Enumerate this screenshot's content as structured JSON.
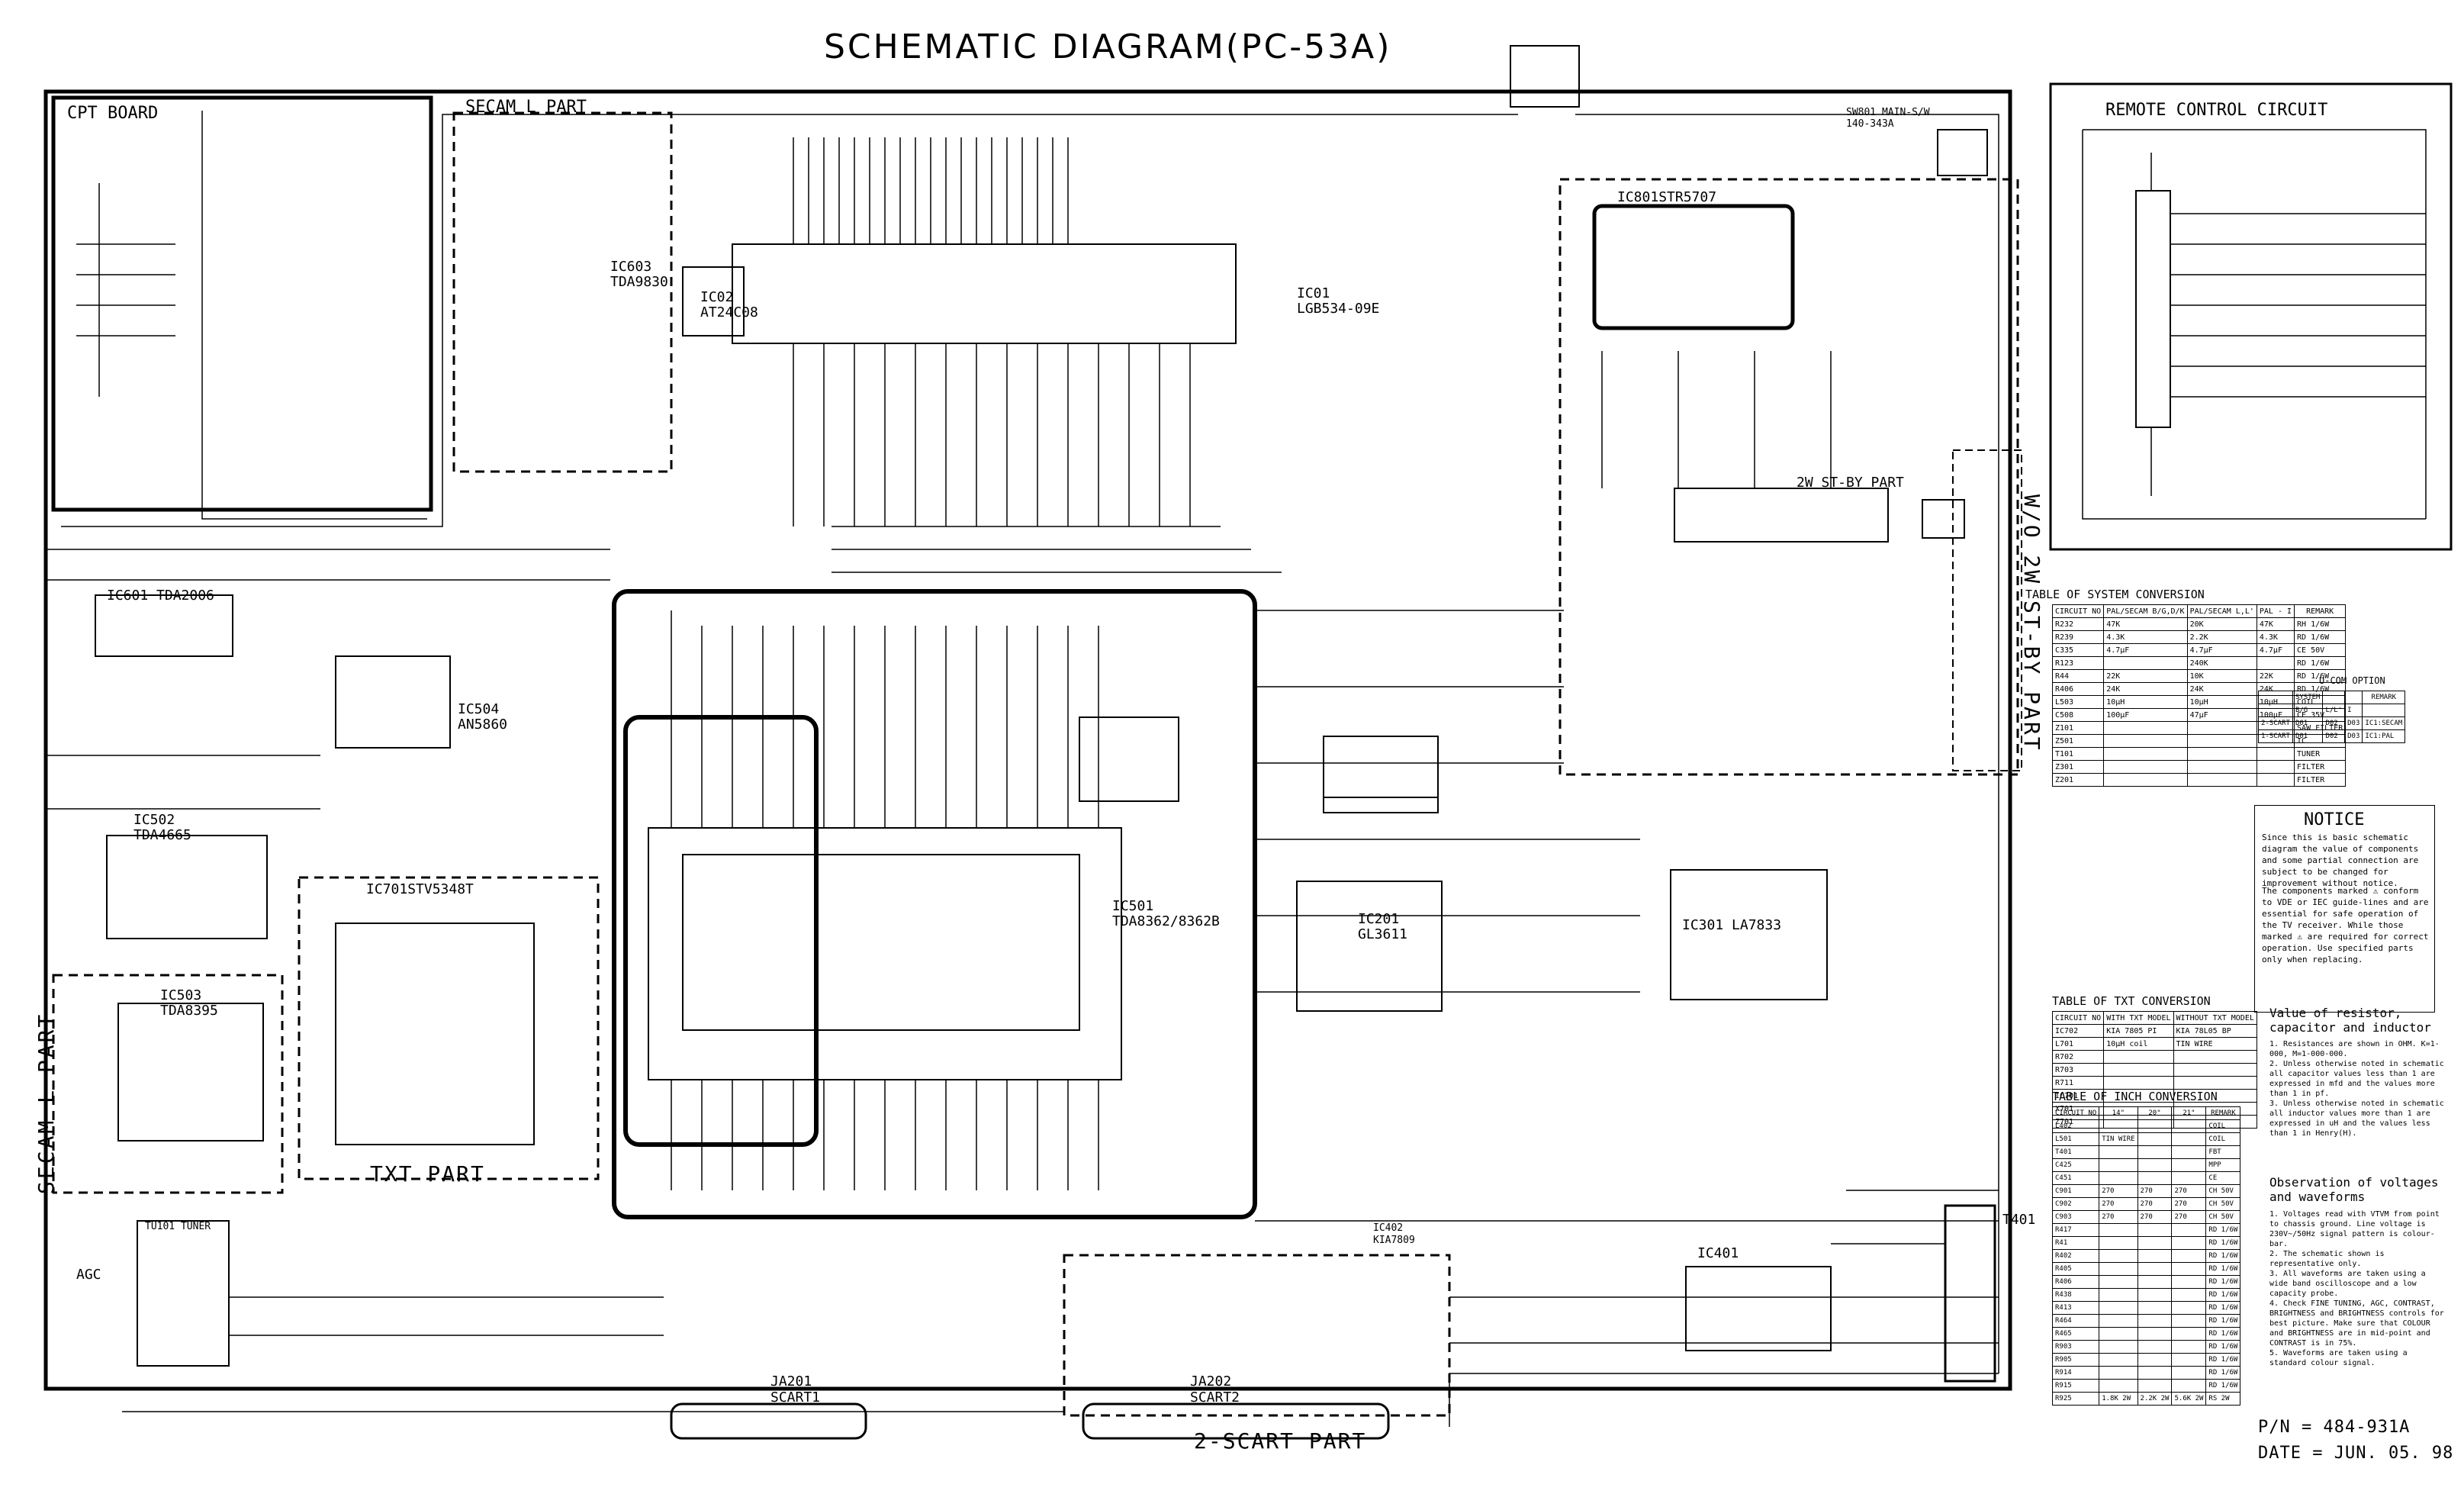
{
  "title": "SCHEMATIC DIAGRAM(PC-53A)",
  "sections": {
    "cpt_board": "CPT BOARD",
    "remote_control": "REMOTE CONTROL CIRCUIT",
    "secam_l_top": "SECAM L PART",
    "secam_l_left": "SECAM L PART",
    "txt_part": "TXT PART",
    "st_by_part": "W/O 2W ST-BY PART",
    "st_by_2w": "2W ST-BY PART",
    "scart_part": "2-SCART PART"
  },
  "ics": [
    {
      "id": "ic601",
      "ref": "IC601",
      "part": "TDA2006"
    },
    {
      "id": "ic504",
      "ref": "IC504",
      "part": "AN5860"
    },
    {
      "id": "ic502",
      "ref": "IC502",
      "part": "TDA4665"
    },
    {
      "id": "ic503",
      "ref": "IC503",
      "part": "TDA8395"
    },
    {
      "id": "ic701",
      "ref": "IC701",
      "part": "STV5348T"
    },
    {
      "id": "ic603",
      "ref": "IC603",
      "part": "TDA9830"
    },
    {
      "id": "ic02",
      "ref": "IC02",
      "part": "AT24C08"
    },
    {
      "id": "ic01",
      "ref": "IC01",
      "part": "LGB534-09E"
    },
    {
      "id": "ic501",
      "ref": "IC501",
      "part": "TDA8362/8362B"
    },
    {
      "id": "ic201",
      "ref": "IC201",
      "part": "GL3611"
    },
    {
      "id": "ic301",
      "ref": "IC301",
      "part": "LA7833"
    },
    {
      "id": "ic801",
      "ref": "IC801",
      "part": "STR5707"
    },
    {
      "id": "ic401",
      "ref": "IC401",
      "part": ""
    },
    {
      "id": "ic402",
      "ref": "IC402",
      "part": "KIA7809"
    }
  ],
  "connectors": {
    "ja201": "JA201 SCART1",
    "ja202": "JA202 SCART2",
    "t401": "T401",
    "tu101": "TU101 TUNER",
    "agc": "AGC",
    "sw801": "SW801 MAIN-S/W 140-343A"
  },
  "tables": {
    "system": {
      "title": "TABLE OF SYSTEM CONVERSION",
      "header": [
        "CIRCUIT NO",
        "PAL/SECAM B/G,D/K",
        "PAL/SECAM L,L'",
        "PAL - I",
        "REMARK"
      ],
      "rows": [
        [
          "R232",
          "47K",
          "20K",
          "47K",
          "RH 1/6W"
        ],
        [
          "R239",
          "4.3K",
          "2.2K",
          "4.3K",
          "RD 1/6W"
        ],
        [
          "C335",
          "4.7µF",
          "4.7µF",
          "4.7µF",
          "CE 50V"
        ],
        [
          "R123",
          "",
          "240K",
          "",
          "RD 1/6W"
        ],
        [
          "R44",
          "22K",
          "10K",
          "22K",
          "RD 1/6W"
        ],
        [
          "R406",
          "24K",
          "24K",
          "24K",
          "RD 1/6W"
        ],
        [
          "L503",
          "10µH",
          "10µH",
          "10µH",
          "COIL"
        ],
        [
          "C508",
          "100µF",
          "47µF",
          "100µF",
          "CE 35V"
        ],
        [
          "Z101",
          "",
          "",
          "",
          "SAW FILTER"
        ],
        [
          "Z501",
          "",
          "",
          "",
          "IC"
        ],
        [
          "T101",
          "",
          "",
          "",
          "TUNER"
        ],
        [
          "Z301",
          "",
          "",
          "",
          "FILTER"
        ],
        [
          "Z201",
          "",
          "",
          "",
          "FILTER"
        ]
      ]
    },
    "option": {
      "title": "U-COM OPTION",
      "header": [
        "",
        "SYSTEM",
        "",
        "",
        "REMARK"
      ],
      "rows": [
        [
          "",
          "B/G",
          "L/L'",
          "I",
          ""
        ],
        [
          "2-SCART",
          "D01",
          "D02",
          "D03",
          "IC1:SECAM"
        ],
        [
          "1-SCART",
          "D01",
          "D02",
          "D03",
          "IC1:PAL"
        ]
      ]
    },
    "txt": {
      "title": "TABLE OF TXT CONVERSION",
      "header": [
        "CIRCUIT NO",
        "WITH TXT MODEL",
        "WITHOUT TXT MODEL"
      ],
      "rows": [
        [
          "IC702",
          "KIA 7805 PI",
          "KIA 78L05 BP"
        ],
        [
          "L701",
          "10µH coil",
          "TIN WIRE"
        ],
        [
          "R702",
          "",
          ""
        ],
        [
          "R703",
          "",
          ""
        ],
        [
          "R711",
          "",
          ""
        ],
        [
          "IC701",
          "",
          ""
        ],
        [
          "X701",
          "",
          ""
        ],
        [
          "Z701",
          "",
          ""
        ]
      ]
    },
    "inch": {
      "title": "TABLE OF INCH CONVERSION",
      "header": [
        "CIRCUIT NO",
        "14\"",
        "20\"",
        "21\"",
        "REMARK"
      ],
      "rows": [
        [
          "L402",
          "",
          "",
          "",
          "COIL"
        ],
        [
          "L501",
          "TIN WIRE",
          "",
          "",
          "COIL"
        ],
        [
          "T401",
          "",
          "",
          "",
          "FBT"
        ],
        [
          "C425",
          "",
          "",
          "",
          "MPP"
        ],
        [
          "C451",
          "",
          "",
          "",
          "CE"
        ],
        [
          "C901",
          "270",
          "270",
          "270",
          "CH 50V"
        ],
        [
          "C902",
          "270",
          "270",
          "270",
          "CH 50V"
        ],
        [
          "C903",
          "270",
          "270",
          "270",
          "CH 50V"
        ],
        [
          "R417",
          "",
          "",
          "",
          "RD 1/6W"
        ],
        [
          "R41",
          "",
          "",
          "",
          "RD 1/6W"
        ],
        [
          "R402",
          "",
          "",
          "",
          "RD 1/6W"
        ],
        [
          "R405",
          "",
          "",
          "",
          "RD 1/6W"
        ],
        [
          "R406",
          "",
          "",
          "",
          "RD 1/6W"
        ],
        [
          "R438",
          "",
          "",
          "",
          "RD 1/6W"
        ],
        [
          "R413",
          "",
          "",
          "",
          "RD 1/6W"
        ],
        [
          "R464",
          "",
          "",
          "",
          "RD 1/6W"
        ],
        [
          "R465",
          "",
          "",
          "",
          "RD 1/6W"
        ],
        [
          "R903",
          "",
          "",
          "",
          "RD 1/6W"
        ],
        [
          "R905",
          "",
          "",
          "",
          "RD 1/6W"
        ],
        [
          "R914",
          "",
          "",
          "",
          "RD 1/6W"
        ],
        [
          "R915",
          "",
          "",
          "",
          "RD 1/6W"
        ],
        [
          "R925",
          "1.8K 2W",
          "2.2K 2W",
          "5.6K 2W",
          "RS 2W"
        ]
      ]
    }
  },
  "notice": {
    "title": "NOTICE",
    "body": "Since this is basic schematic diagram the value of components and some partial connection are subject to be changed for improvement without notice.",
    "safety": "The components marked ⚠ conform to VDE or IEC guide-lines and are essential for safe operation of the TV receiver. While those marked ⚠ are required for correct operation. Use specified parts only when replacing."
  },
  "values_note": {
    "title": "Value of resistor, capacitor and inductor",
    "body": "1. Resistances are shown in OHM. K=1-000, M=1-000-000.\n2. Unless otherwise noted in schematic all capacitor values less than 1 are expressed in mfd and the values more than 1 in pf.\n3. Unless otherwise noted in schematic all inductor values more than 1 are expressed in uH and the values less than 1 in Henry(H)."
  },
  "observation": {
    "title": "Observation of voltages and waveforms",
    "body": "1. Voltages read with VTVM from point to chassis ground. Line voltage is 230V~/50Hz signal pattern is colour-bar.\n2. The schematic shown is representative only.\n3. All waveforms are taken using a wide band oscilloscope and a low capacity probe.\n4. Check FINE TUNING, AGC, CONTRAST, BRIGHTNESS and BRIGHTNESS controls for best picture. Make sure that COLOUR and BRIGHTNESS are in mid-point and CONTRAST is in 75%.\n5. Waveforms are taken using a standard colour signal."
  },
  "part_number": "P/N = 484-931A",
  "date": "DATE = JUN. 05. 98",
  "colors": {
    "ink": "#000000",
    "paper": "#ffffff"
  }
}
